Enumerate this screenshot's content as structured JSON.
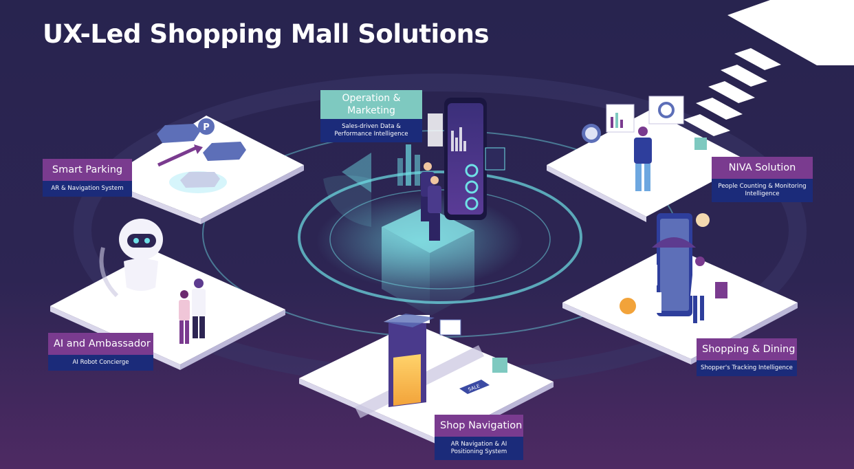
{
  "title": "UX-Led Shopping Mall Solutions",
  "colors": {
    "background_top": "#2a2451",
    "background_bottom": "#4e2a63",
    "label_purple": "#7a3b8f",
    "label_navy": "#1b2b7a",
    "label_teal": "#7ec9c0",
    "glow_cyan": "#6fe0e6"
  },
  "solutions": {
    "operation": {
      "title": "Operation & Marketing",
      "subtitle": "Sales-driven Data & Performance Intelligence"
    },
    "parking": {
      "title": "Smart Parking",
      "subtitle": "AR & Navigation System"
    },
    "niva": {
      "title": "NIVA  Solution",
      "subtitle": "People Counting & Monitoring Intelligence"
    },
    "ai": {
      "title": "AI and Ambassador",
      "subtitle": "AI Robot Concierge"
    },
    "shopping": {
      "title": "Shopping & Dining",
      "subtitle": "Shopper's Tracking Intelligence"
    },
    "navigation": {
      "title": "Shop Navigation",
      "subtitle": "AR Navigation & AI Positioning System"
    }
  },
  "illustration_labels": {
    "parking_sign": "P",
    "sale_tag": "SALE"
  }
}
